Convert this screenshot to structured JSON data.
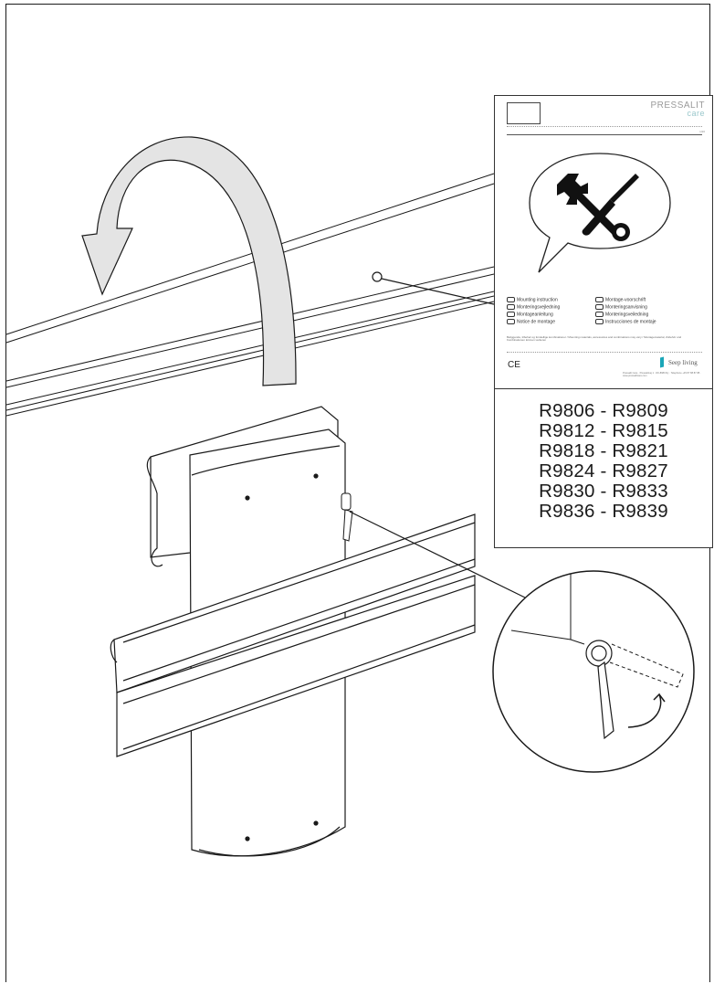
{
  "manual": {
    "brand_top": "PRESSALIT",
    "brand_sub": "care",
    "page_no": "1/20",
    "languages_left": [
      "Mounting instruction",
      "Monteringsvejledning",
      "Montageanleitung",
      "Notice de montage"
    ],
    "languages_right": [
      "Montage-voorschrift",
      "Monteringsanvisning",
      "Monteringsveiledning",
      "Instrucciones de montaje"
    ],
    "fine_print": "Beliggende, tilbehør og forskellige kombinationer / Mounting materials, accessories and combinations may vary / Montagematerial, Zubehör und Kombinationen können variieren",
    "ce_mark": "CE",
    "footer_brand": "Seep living",
    "footer_address": "Pressalit Care · Pressalitvej 1 · DK-8680 Ry · Telephone +45 87 88 87 88 · www.pressalitcare.com"
  },
  "product_codes": [
    "R9806 - R9809",
    "R9812 - R9815",
    "R9818 - R9821",
    "R9824 - R9827",
    "R9830 - R9833",
    "R9836 - R9839"
  ],
  "colors": {
    "line": "#1a1a1a",
    "arrow_fill": "#e4e4e4",
    "brand_teal": "#1ba6b8"
  }
}
